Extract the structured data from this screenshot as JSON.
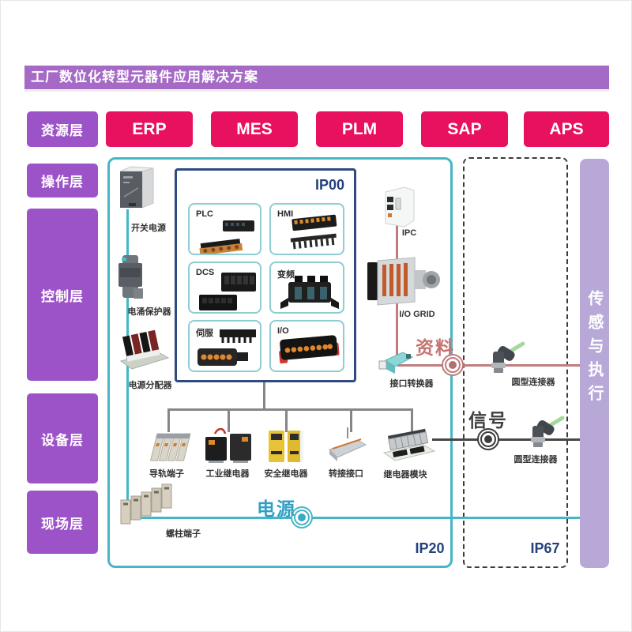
{
  "title": "工厂数位化转型元器件应用解决方案",
  "layers": {
    "resource": "资源层",
    "operation": "操作层",
    "control": "控制层",
    "device": "设备层",
    "field": "现场层"
  },
  "systems": [
    "ERP",
    "MES",
    "PLM",
    "SAP",
    "APS"
  ],
  "right_bar": {
    "label": "传感与执行"
  },
  "zones": {
    "ip00": "IP00",
    "ip20": "IP20",
    "ip67": "IP67"
  },
  "modules": [
    {
      "label": "PLC"
    },
    {
      "label": "HMI"
    },
    {
      "label": "DCS"
    },
    {
      "label": "变频"
    },
    {
      "label": "伺服"
    },
    {
      "label": "I/O"
    }
  ],
  "devices": {
    "switch_power": "开关电源",
    "surge_protector": "电涌保护器",
    "power_distributor": "电源分配器",
    "ipc": "IPC",
    "io_grid": "I/O GRID",
    "interface_converter": "接口转换器",
    "circular_connector_top": "圆型连接器",
    "circular_connector_bottom": "圆型连接器",
    "rail_terminal": "导轨端子",
    "industrial_relay": "工业继电器",
    "safety_relay": "安全继电器",
    "adapter_interface": "转接接口",
    "relay_module": "继电器模块",
    "stud_terminal": "螺柱端子"
  },
  "flows": {
    "data": "资料",
    "signal": "信号",
    "power": "电源"
  },
  "colors": {
    "layer_purple": "#9d53c8",
    "system_magenta": "#e8115f",
    "enclosure_teal": "#45b6c6",
    "zone_navy": "#24417c",
    "sensor_bar_lavender": "#b7a8d8",
    "data_line_salmon": "#bf7d7d",
    "signal_line_dark": "#474747",
    "power_line_teal": "#45b6c6",
    "cable_green": "#a5d89b"
  }
}
